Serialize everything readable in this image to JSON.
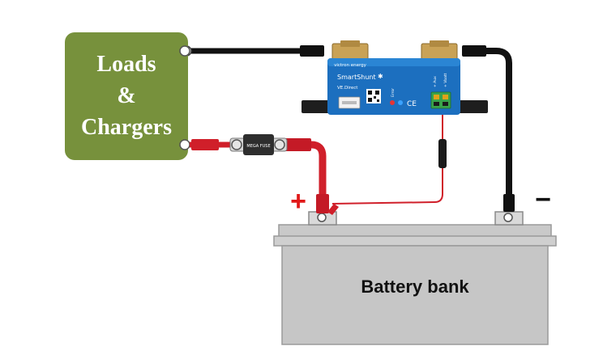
{
  "loads_box": {
    "line1": "Loads",
    "line2": "&",
    "line3": "Chargers",
    "color": "#77913c"
  },
  "shunt": {
    "brand": "victron energy",
    "model": "SmartShunt",
    "port_label": "VE.Direct",
    "error_label": "Error",
    "vbatt_label": "+ Vbatt",
    "aux_label": "+ Aux",
    "ce_mark": "CE",
    "color": "#1c6fbf"
  },
  "fuse": {
    "label": "MEGA FUSE"
  },
  "battery": {
    "label": "Battery bank",
    "color": "#c9c9c9"
  },
  "polarity": {
    "positive": "+",
    "negative": "−",
    "positive_color": "#e11919",
    "negative_color": "#111111"
  },
  "cables": {
    "positive_color": "#d01f2a",
    "negative_color": "#111111"
  }
}
